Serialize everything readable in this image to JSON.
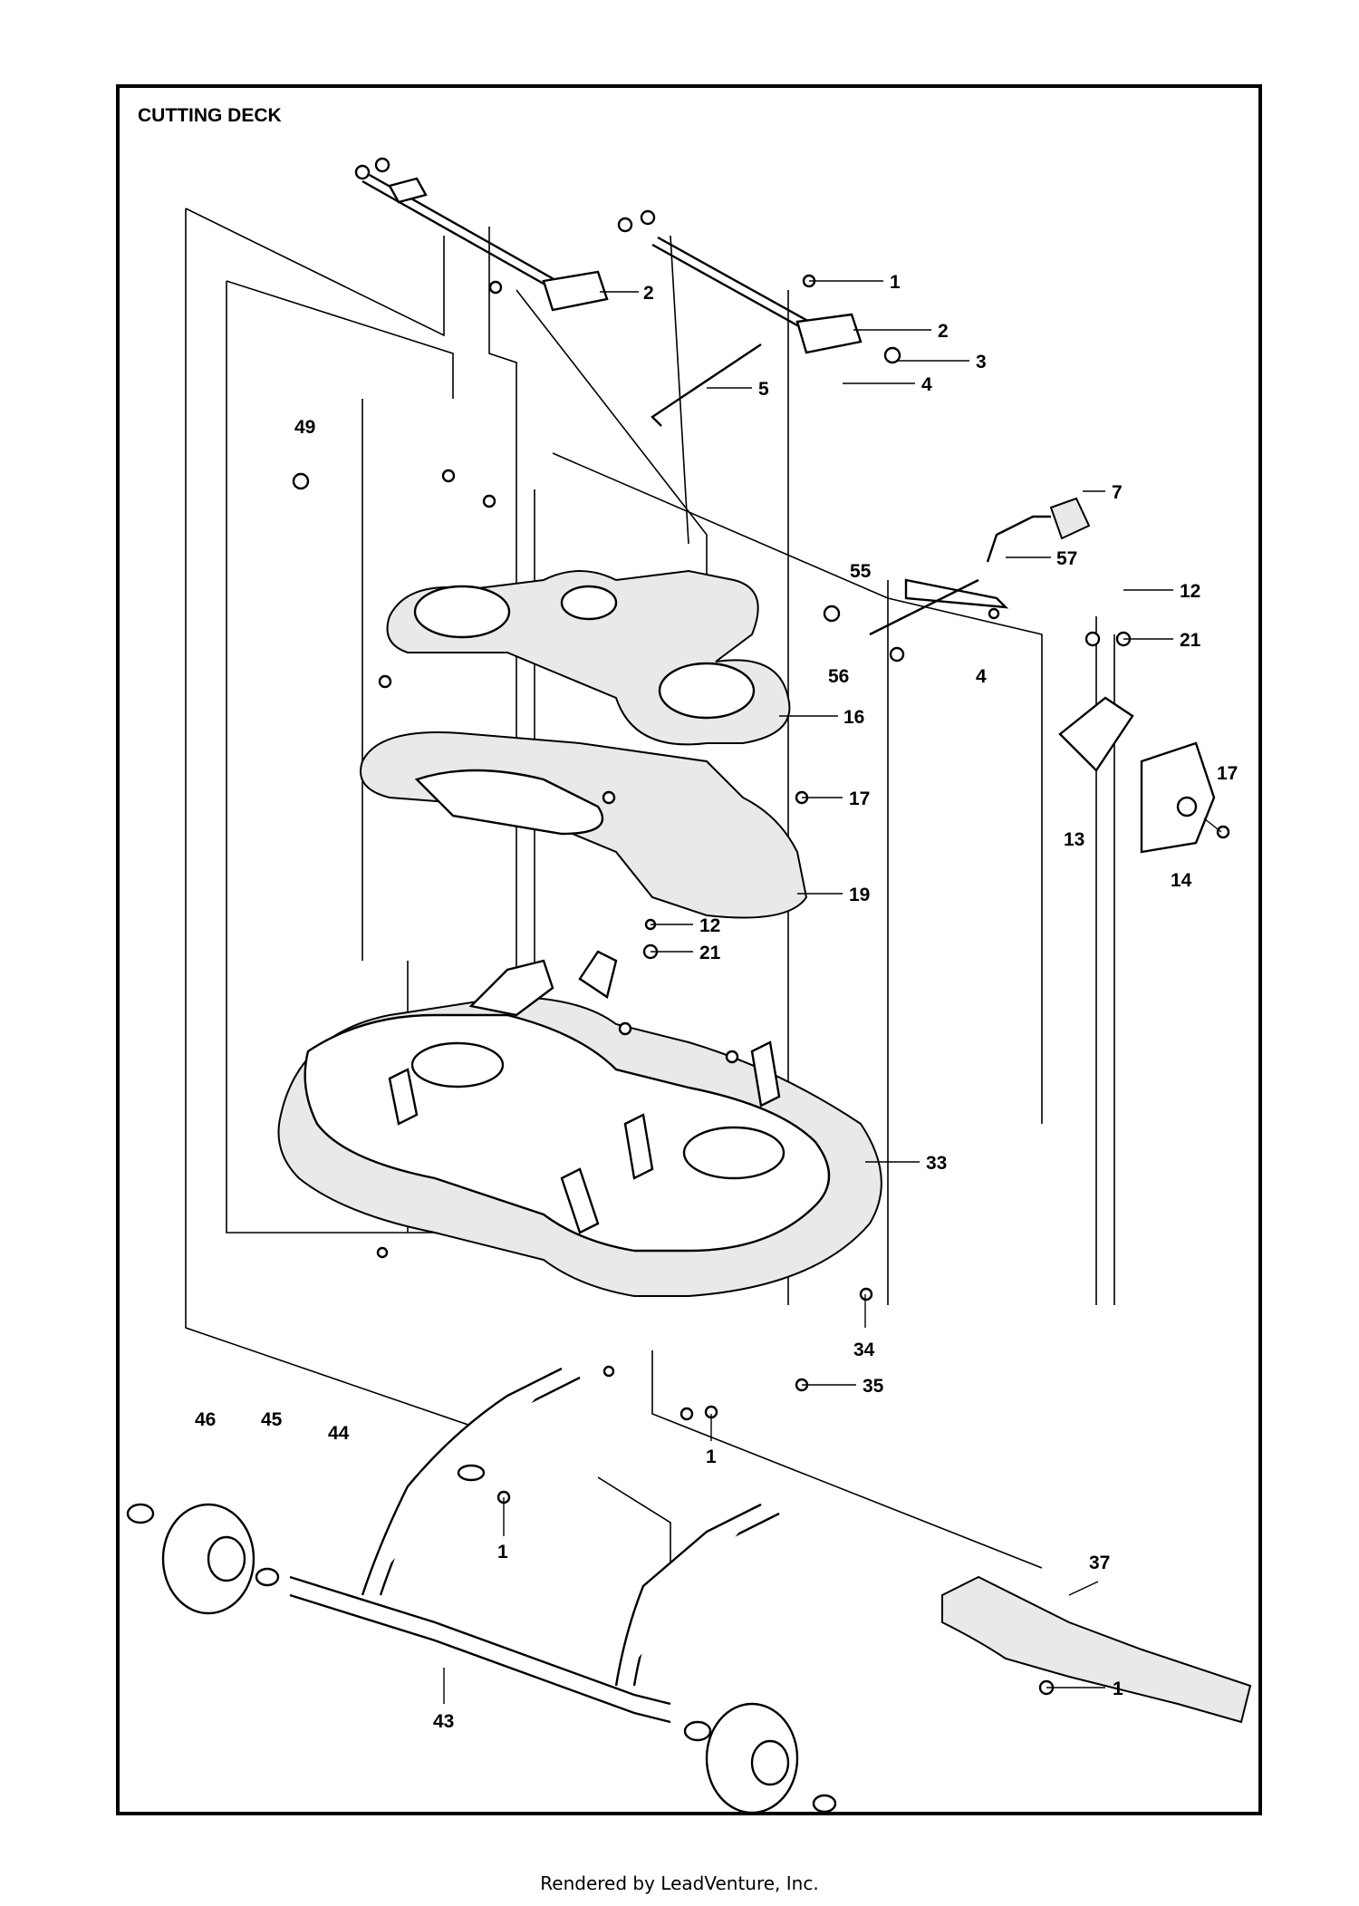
{
  "title": "CUTTING DECK",
  "footer": "Rendered by LeadVenture, Inc.",
  "callouts": [
    {
      "id": "c1a",
      "text": "1"
    },
    {
      "id": "c2a",
      "text": "2"
    },
    {
      "id": "c2b",
      "text": "2"
    },
    {
      "id": "c3",
      "text": "3"
    },
    {
      "id": "c4a",
      "text": "4"
    },
    {
      "id": "c5",
      "text": "5"
    },
    {
      "id": "c49",
      "text": "49"
    },
    {
      "id": "c7",
      "text": "7"
    },
    {
      "id": "c57",
      "text": "57"
    },
    {
      "id": "c55",
      "text": "55"
    },
    {
      "id": "c12a",
      "text": "12"
    },
    {
      "id": "c21a",
      "text": "21"
    },
    {
      "id": "c56",
      "text": "56"
    },
    {
      "id": "c4b",
      "text": "4"
    },
    {
      "id": "c16",
      "text": "16"
    },
    {
      "id": "c17a",
      "text": "17"
    },
    {
      "id": "c17b",
      "text": "17"
    },
    {
      "id": "c13",
      "text": "13"
    },
    {
      "id": "c14",
      "text": "14"
    },
    {
      "id": "c19",
      "text": "19"
    },
    {
      "id": "c12b",
      "text": "12"
    },
    {
      "id": "c21b",
      "text": "21"
    },
    {
      "id": "c33",
      "text": "33"
    },
    {
      "id": "c34",
      "text": "34"
    },
    {
      "id": "c35",
      "text": "35"
    },
    {
      "id": "c1b",
      "text": "1"
    },
    {
      "id": "c46",
      "text": "46"
    },
    {
      "id": "c45",
      "text": "45"
    },
    {
      "id": "c44",
      "text": "44"
    },
    {
      "id": "c1c",
      "text": "1"
    },
    {
      "id": "c37",
      "text": "37"
    },
    {
      "id": "c1d",
      "text": "1"
    },
    {
      "id": "c43",
      "text": "43"
    }
  ]
}
